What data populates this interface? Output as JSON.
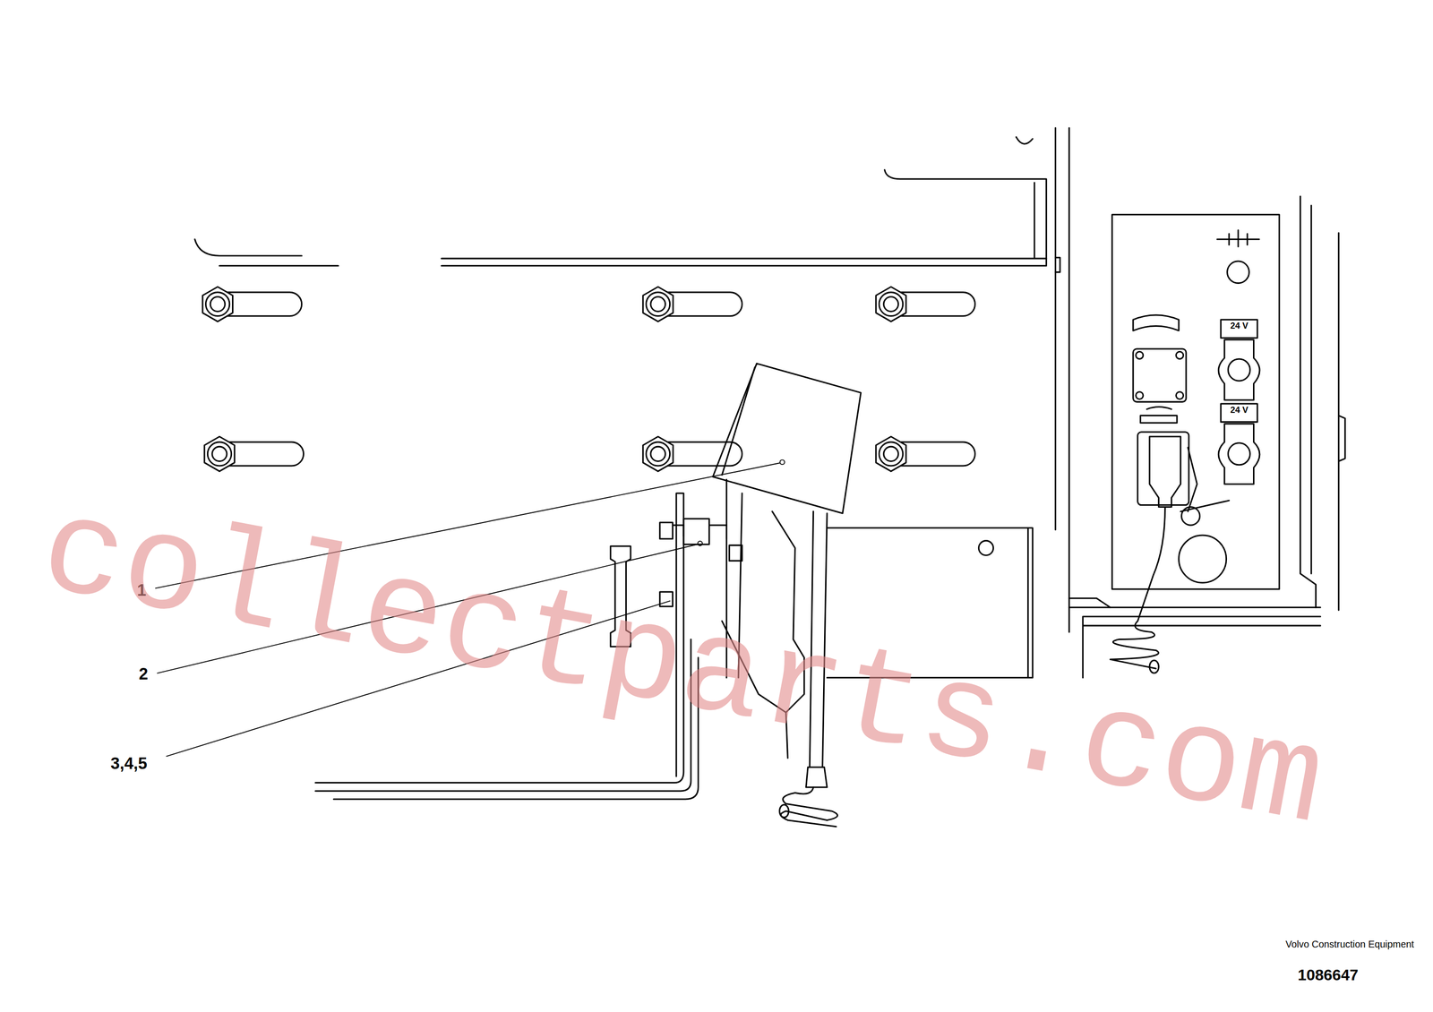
{
  "diagram": {
    "labels": [
      "1",
      "2",
      "3,4,5",
      "24 V",
      "24 V",
      "collectparts.com",
      "Volvo Construction Equipment",
      "1086647"
    ]
  }
}
